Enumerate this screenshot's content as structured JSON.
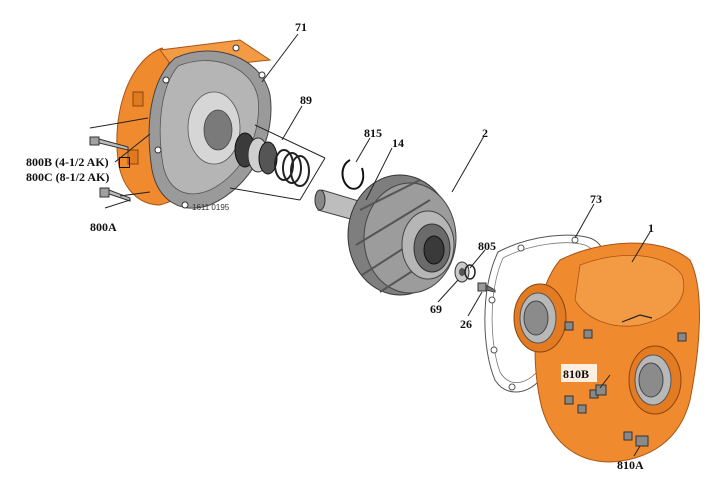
{
  "labels": {
    "p71": "71",
    "p89": "89",
    "p815": "815",
    "p14": "14",
    "p2": "2",
    "p73": "73",
    "p1": "1",
    "p805": "805",
    "p69": "69",
    "p26": "26",
    "p800b": "800B (4-1/2 AK)",
    "p800c": "800C (8-1/2 AK)",
    "p800a": "800A",
    "p810b": "810B",
    "p810a": "810A",
    "drawing_no": "1611 0195"
  },
  "colors": {
    "orange": "#f08a2e",
    "orange_dark": "#c8641a",
    "gray": "#8e8e8e",
    "gray_dark": "#5a5a5a",
    "gray_light": "#c9c9c9"
  }
}
